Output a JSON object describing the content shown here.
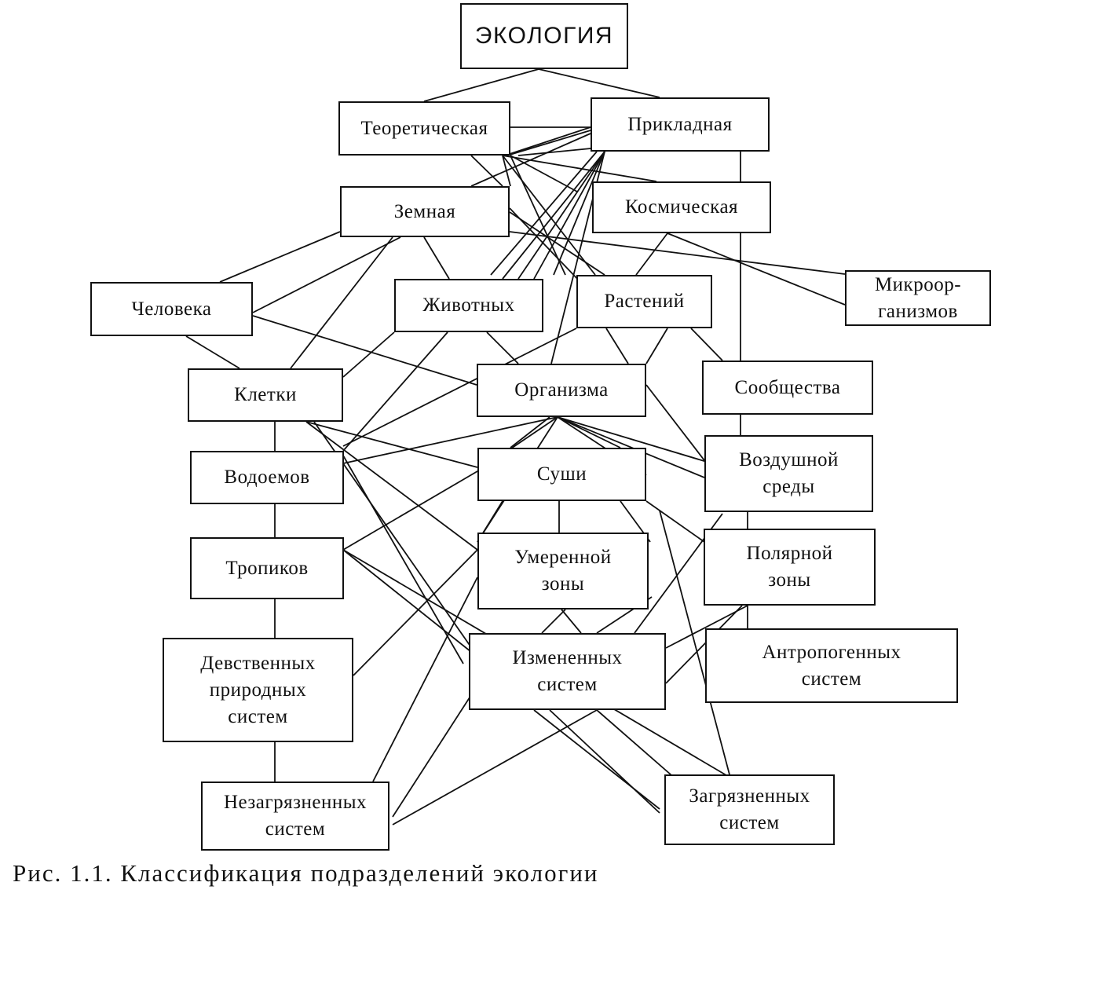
{
  "title": "ЭКОЛОГИЯ",
  "nodes": {
    "theoretical": "Теоретическая",
    "applied": "Прикладная",
    "earth": "Земная",
    "space": "Космическая",
    "human": "Человека",
    "animals": "Животных",
    "plants": "Растений",
    "microorganisms": "Микроор-\nганизмов",
    "cells": "Клетки",
    "organism": "Организма",
    "community": "Сообщества",
    "water": "Водоемов",
    "land": "Суши",
    "air": "Воздушной\nсреды",
    "tropics": "Тропиков",
    "temperate": "Умеренной\nзоны",
    "polar": "Полярной\nзоны",
    "virgin": "Девственных\nприродных\nсистем",
    "modified": "Измененных\nсистем",
    "anthropogenic": "Антропогенных\nсистем",
    "unpolluted": "Незагрязненных\nсистем",
    "polluted": "Загрязненных\nсистем"
  },
  "caption": "Рис. 1.1. Классификация подразделений экологии"
}
